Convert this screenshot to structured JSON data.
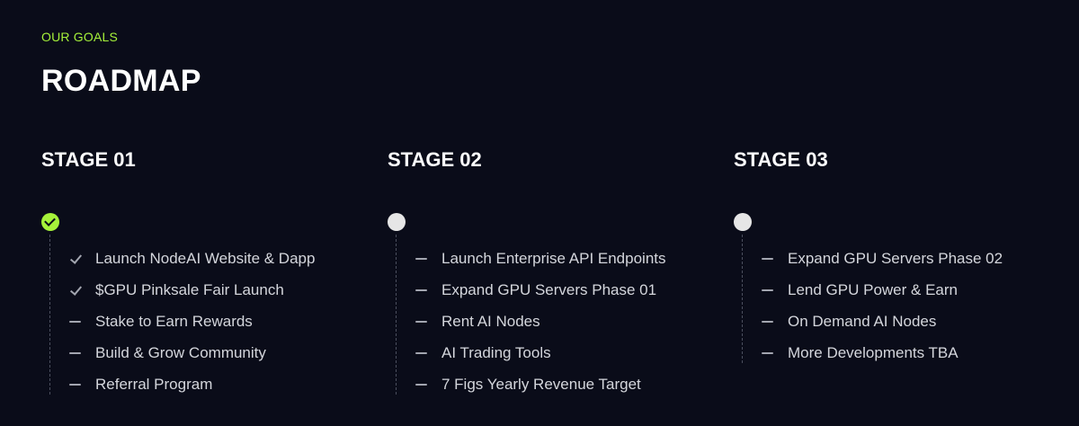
{
  "header": {
    "eyebrow": "OUR GOALS",
    "title": "ROADMAP"
  },
  "colors": {
    "background": "#0a0c19",
    "accent": "#a6f23a",
    "text": "#ffffff",
    "muted_text": "#d4d6dc"
  },
  "stages": [
    {
      "title": "STAGE 01",
      "status": "completed",
      "marker_icon": "check-circle-icon",
      "items": [
        {
          "label": "Launch NodeAI Website & Dapp",
          "icon": "check-icon"
        },
        {
          "label": "$GPU Pinksale Fair Launch",
          "icon": "check-icon"
        },
        {
          "label": "Stake to Earn Rewards",
          "icon": "dash-icon"
        },
        {
          "label": "Build & Grow Community",
          "icon": "dash-icon"
        },
        {
          "label": "Referral Program",
          "icon": "dash-icon"
        }
      ]
    },
    {
      "title": "STAGE 02",
      "status": "pending",
      "marker_icon": "circle-icon",
      "items": [
        {
          "label": "Launch Enterprise API Endpoints",
          "icon": "dash-icon"
        },
        {
          "label": "Expand GPU Servers Phase 01",
          "icon": "dash-icon"
        },
        {
          "label": "Rent AI Nodes",
          "icon": "dash-icon"
        },
        {
          "label": "AI Trading Tools",
          "icon": "dash-icon"
        },
        {
          "label": "7 Figs Yearly Revenue Target",
          "icon": "dash-icon"
        }
      ]
    },
    {
      "title": "STAGE 03",
      "status": "pending",
      "marker_icon": "circle-icon",
      "items": [
        {
          "label": "Expand GPU Servers Phase 02",
          "icon": "dash-icon"
        },
        {
          "label": "Lend GPU Power & Earn",
          "icon": "dash-icon"
        },
        {
          "label": "On Demand AI Nodes",
          "icon": "dash-icon"
        },
        {
          "label": "More Developments TBA",
          "icon": "dash-icon"
        }
      ]
    }
  ]
}
